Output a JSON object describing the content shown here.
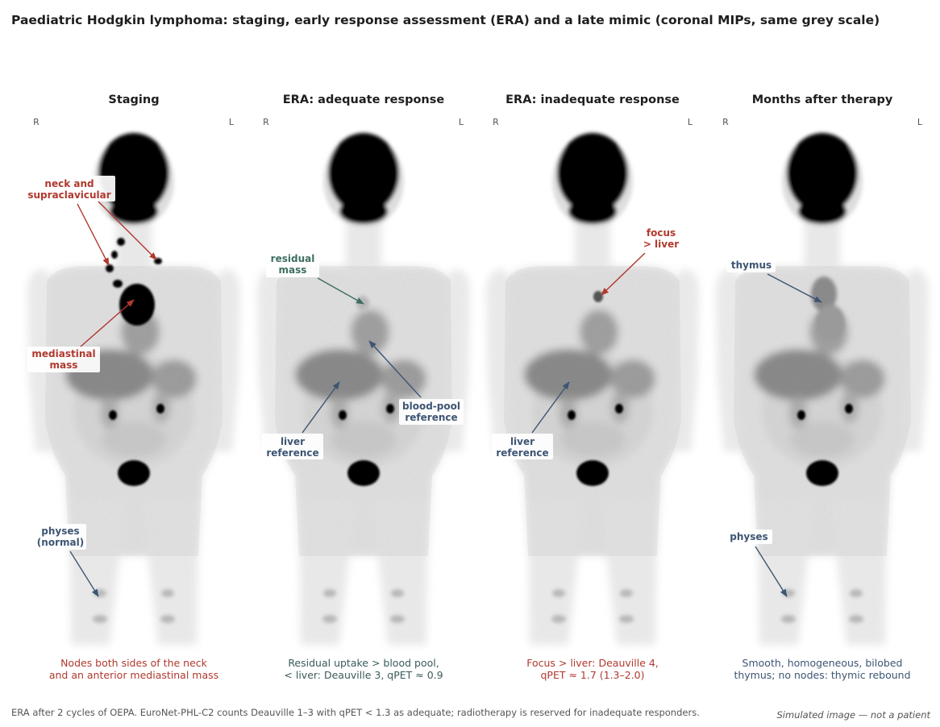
{
  "title": "Paediatric Hodgkin lymphoma: staging, early response assessment (ERA) and a late mimic (coronal MIPs, same grey scale)",
  "orientation": {
    "right": "R",
    "left": "L"
  },
  "panels": [
    {
      "heading": "Staging",
      "caption": [
        "Nodes both sides of the neck",
        "and an anterior mediastinal mass"
      ],
      "caption_color": "#b0392e",
      "labels": [
        {
          "lines": [
            "neck and",
            "supraclavicular"
          ],
          "color": "#b0392e"
        },
        {
          "lines": [
            "mediastinal",
            "mass"
          ],
          "color": "#b0392e"
        },
        {
          "lines": [
            "physes",
            "(normal)"
          ],
          "color": "#3d5573"
        }
      ]
    },
    {
      "heading": "ERA: adequate response",
      "caption": [
        "Residual uptake > blood pool,",
        "< liver: Deauville 3, qPET ≈ 0.9"
      ],
      "caption_color": "#3b5a5a",
      "labels": [
        {
          "lines": [
            "residual",
            "mass"
          ],
          "color": "#3e6e62"
        },
        {
          "lines": [
            "blood-pool",
            "reference"
          ],
          "color": "#3d5573"
        },
        {
          "lines": [
            "liver",
            "reference"
          ],
          "color": "#3d5573"
        }
      ]
    },
    {
      "heading": "ERA: inadequate response",
      "caption": [
        "Focus > liver: Deauville 4,",
        "qPET ≈ 1.7 (1.3–2.0)"
      ],
      "caption_color": "#b0392e",
      "labels": [
        {
          "lines": [
            "focus",
            "> liver"
          ],
          "color": "#b0392e"
        },
        {
          "lines": [
            "liver",
            "reference"
          ],
          "color": "#3d5573"
        }
      ]
    },
    {
      "heading": "Months after therapy",
      "caption": [
        "Smooth, homogeneous, bilobed",
        "thymus; no nodes: thymic rebound"
      ],
      "caption_color": "#3d5573",
      "labels": [
        {
          "lines": [
            "thymus"
          ],
          "color": "#3d5573"
        },
        {
          "lines": [
            "physes"
          ],
          "color": "#3d5573"
        }
      ]
    }
  ],
  "footnote": "ERA after 2 cycles of OEPA. EuroNet-PHL-C2 counts Deauville 1–3 with qPET < 1.3 as adequate; radiotherapy is reserved for inadequate responders.",
  "disclaimer": "Simulated image — not a patient"
}
